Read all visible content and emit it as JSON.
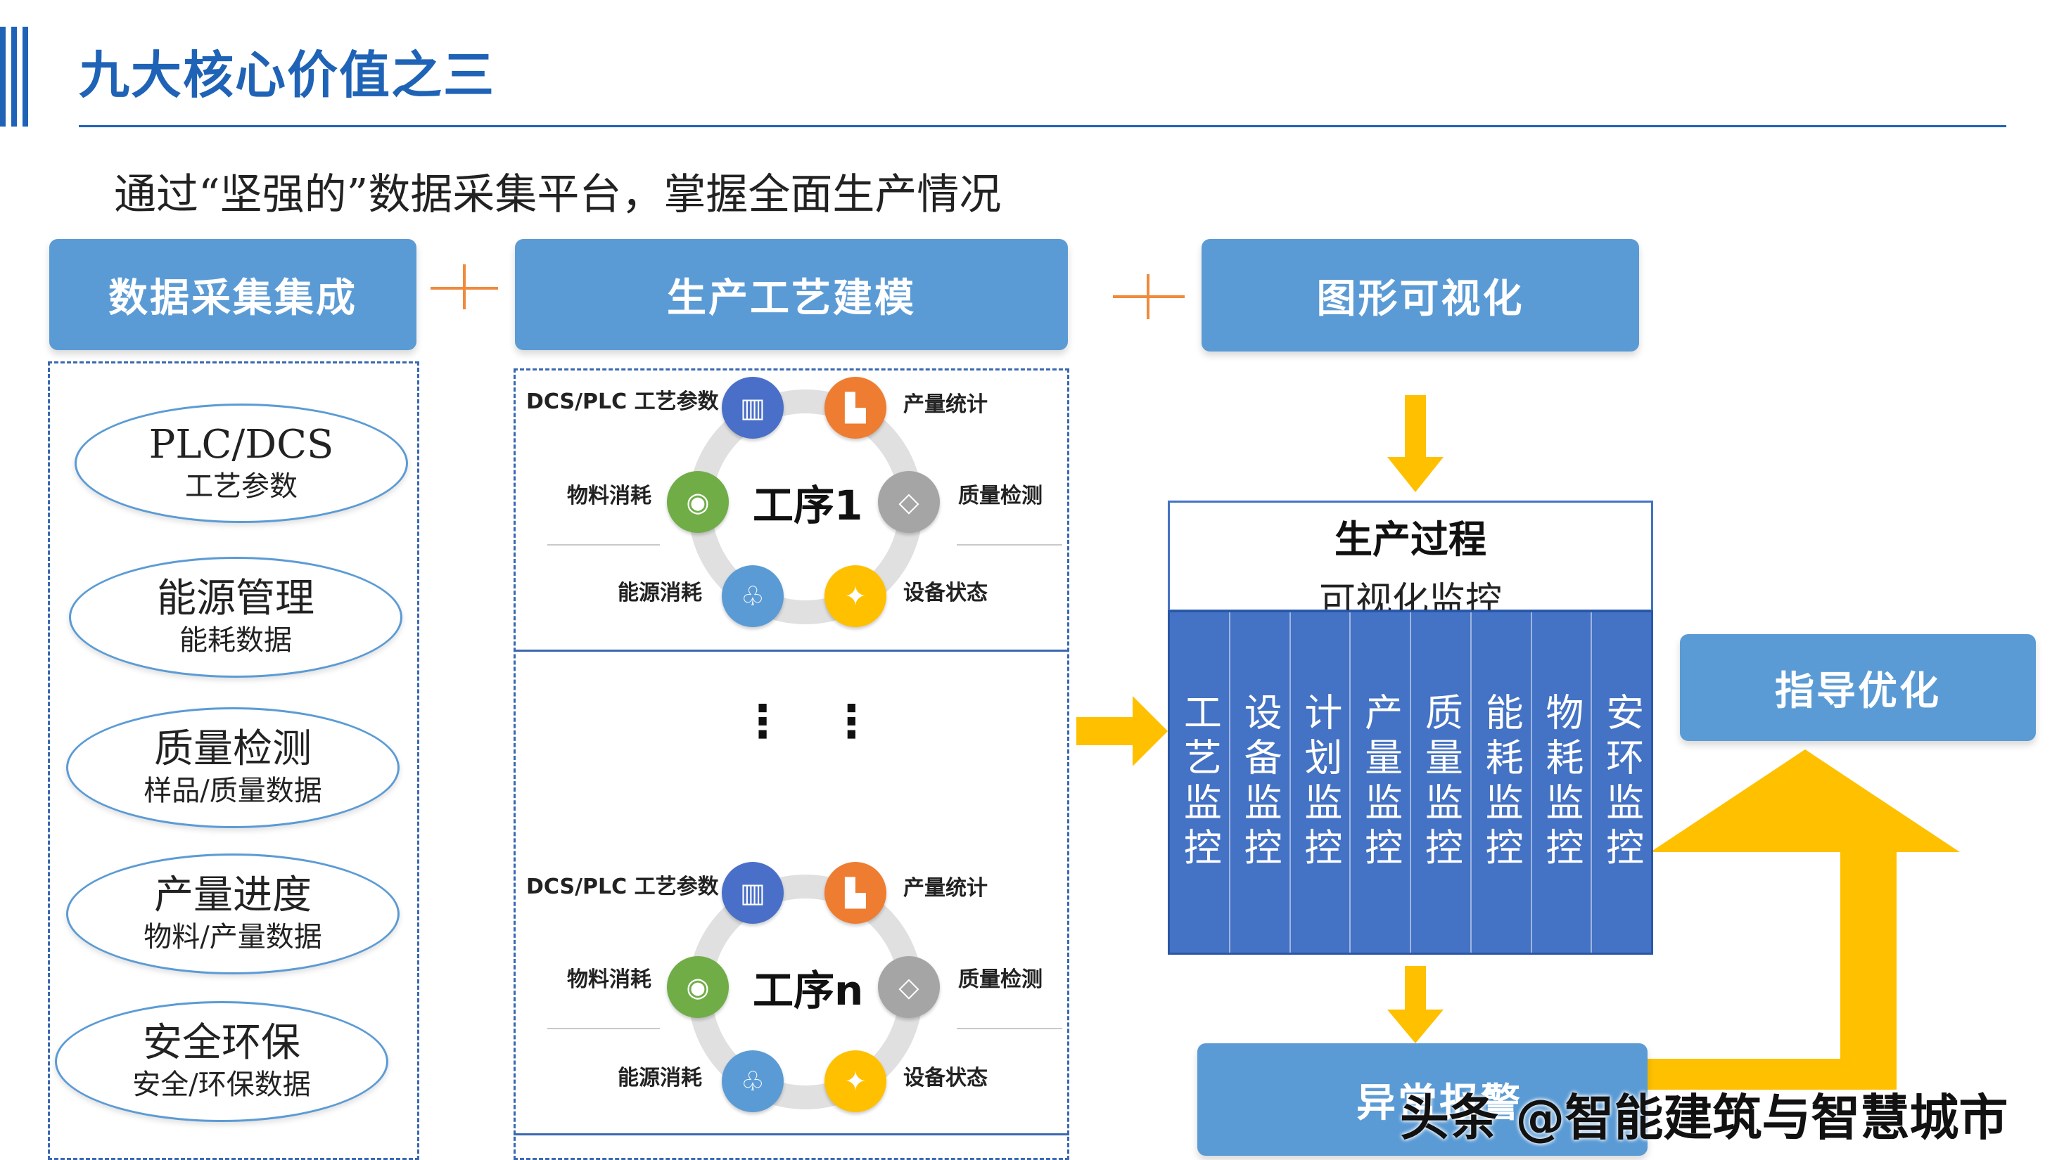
{
  "title": "九大核心价值之三",
  "subtitle": "通过“坚强的”数据采集平台，掌握全面生产情况",
  "columns": {
    "col1_header": "数据采集集成",
    "col2_header": "生产工艺建模",
    "col3_header": "图形可视化"
  },
  "data_items": [
    {
      "title": "PLC/DCS",
      "sub": "工艺参数"
    },
    {
      "title": "能源管理",
      "sub": "能耗数据"
    },
    {
      "title": "质量检测",
      "sub": "样品/质量数据"
    },
    {
      "title": "产量进度",
      "sub": "物料/产量数据"
    },
    {
      "title": "安全环保",
      "sub": "安全/环保数据"
    }
  ],
  "process_1": {
    "center": "工序1",
    "items": [
      "DCS/PLC 工艺参数",
      "产量统计",
      "物料消耗",
      "质量检测",
      "能源消耗",
      "设备状态"
    ]
  },
  "ellipsis": "⋮ ⋮",
  "process_n": {
    "center": "工序n",
    "items": [
      "DCS/PLC 工艺参数",
      "产量统计",
      "物料消耗",
      "质量检测",
      "能源消耗",
      "设备状态"
    ]
  },
  "monitoring": {
    "title": "生产过程",
    "subtitle": "可视化监控",
    "columns": [
      "工艺监控",
      "设备监控",
      "计划监控",
      "产量监控",
      "质量监控",
      "能耗监控",
      "物耗监控",
      "安环监控"
    ]
  },
  "guidance": "指导优化",
  "alarm": "异常报警",
  "watermark": "头条 @智能建筑与智慧城市",
  "colors": {
    "header_blue": "#5b9bd5",
    "title_blue": "#1f63b6",
    "monitor_blue": "#4472c4",
    "arrow_yellow": "#ffc000",
    "plus_orange": "#f08a3c",
    "icon_blue": "#4a6fc8",
    "icon_orange": "#ee7d31",
    "icon_green": "#70ad47",
    "icon_gray": "#a5a5a5",
    "icon_lightblue": "#5b9bd5",
    "icon_yellow": "#ffc000"
  },
  "icons": [
    "factory-icon",
    "industry-icon",
    "material-icon",
    "diamond-icon",
    "tree-icon",
    "tool-icon"
  ]
}
